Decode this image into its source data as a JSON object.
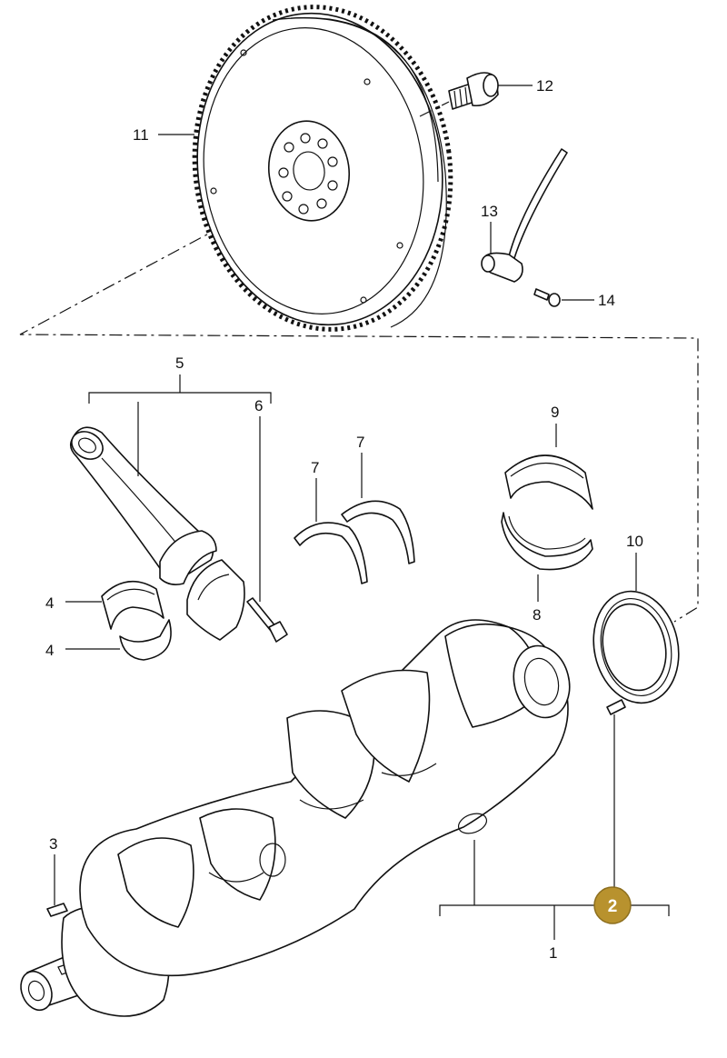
{
  "callouts": {
    "c1": "1",
    "c2": "2",
    "c3": "3",
    "c4a": "4",
    "c4b": "4",
    "c5": "5",
    "c6": "6",
    "c7a": "7",
    "c7b": "7",
    "c8": "8",
    "c9": "9",
    "c10": "10",
    "c11": "11",
    "c12": "12",
    "c13": "13",
    "c14": "14"
  },
  "highlight": {
    "fill": "#B8922E",
    "stroke": "#8C6E1E"
  }
}
